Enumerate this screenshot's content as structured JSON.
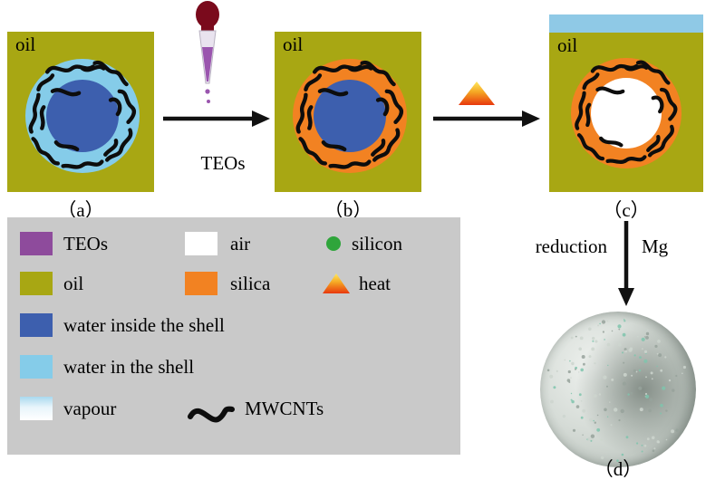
{
  "panels": {
    "a": {
      "oil_label": "oil",
      "caption": "（a）"
    },
    "b": {
      "oil_label": "oil",
      "caption": "（b）"
    },
    "c": {
      "oil_label": "oil",
      "caption": "（c）"
    },
    "d": {
      "caption": "（d）"
    }
  },
  "process": {
    "teos_label": "TEOs",
    "reduction_label": "reduction",
    "mg_label": "Mg"
  },
  "legend": {
    "teos": {
      "label": "TEOs",
      "color": "#8e4b9c"
    },
    "oil": {
      "label": "oil",
      "color": "#a8a713"
    },
    "water_inside": {
      "label": "water inside the shell",
      "color": "#3d5fae"
    },
    "water_in_shell": {
      "label": "water in the shell",
      "color": "#85cce9"
    },
    "vapour": {
      "label": "vapour",
      "color": "#cfe9f5"
    },
    "air": {
      "label": "air",
      "color": "#ffffff"
    },
    "silica": {
      "label": "silica",
      "color": "#f28222"
    },
    "silicon": {
      "label": "silicon",
      "color": "#2fa53b"
    },
    "heat": {
      "label": "heat",
      "color": "#f07020"
    },
    "mwcnts": {
      "label": "MWCNTs",
      "color": "#000000"
    }
  },
  "colors": {
    "oil": "#a8a713",
    "water_in_shell": "#85cce9",
    "water_inside": "#3d5fae",
    "silica": "#f28222",
    "air": "#ffffff",
    "teos": "#8e4b9c",
    "vapour_strip": "#8fc9e6",
    "legend_bg": "#c9c9c9",
    "background": "#ffffff"
  }
}
